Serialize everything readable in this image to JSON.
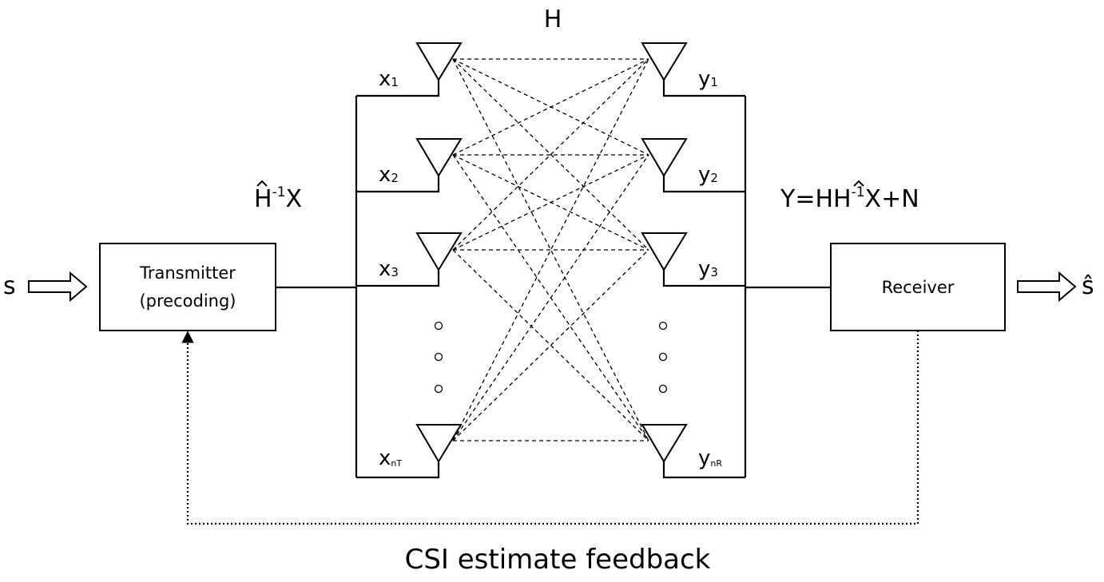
{
  "channel": {
    "label": "H"
  },
  "transmitter": {
    "line1": "Transmitter",
    "line2": "(precoding)"
  },
  "receiver": {
    "label": "Receiver"
  },
  "input_symbol": "s",
  "output_symbol": "ŝ",
  "precoded_expr": {
    "hat_h": "H",
    "sup": "-1",
    "rest": "X"
  },
  "received_expr": {
    "y": "Y",
    "eq": "=H",
    "hat_h": "H",
    "sup": "-1",
    "rest": "X+N"
  },
  "tx_antennas": [
    {
      "base": "x",
      "sub": "1"
    },
    {
      "base": "x",
      "sub": "2"
    },
    {
      "base": "x",
      "sub": "3"
    },
    {
      "base": "x",
      "sub": "nT"
    }
  ],
  "rx_antennas": [
    {
      "base": "y",
      "sub": "1"
    },
    {
      "base": "y",
      "sub": "2"
    },
    {
      "base": "y",
      "sub": "3"
    },
    {
      "base": "y",
      "sub": "nR"
    }
  ],
  "feedback": {
    "label": "CSI estimate feedback"
  }
}
